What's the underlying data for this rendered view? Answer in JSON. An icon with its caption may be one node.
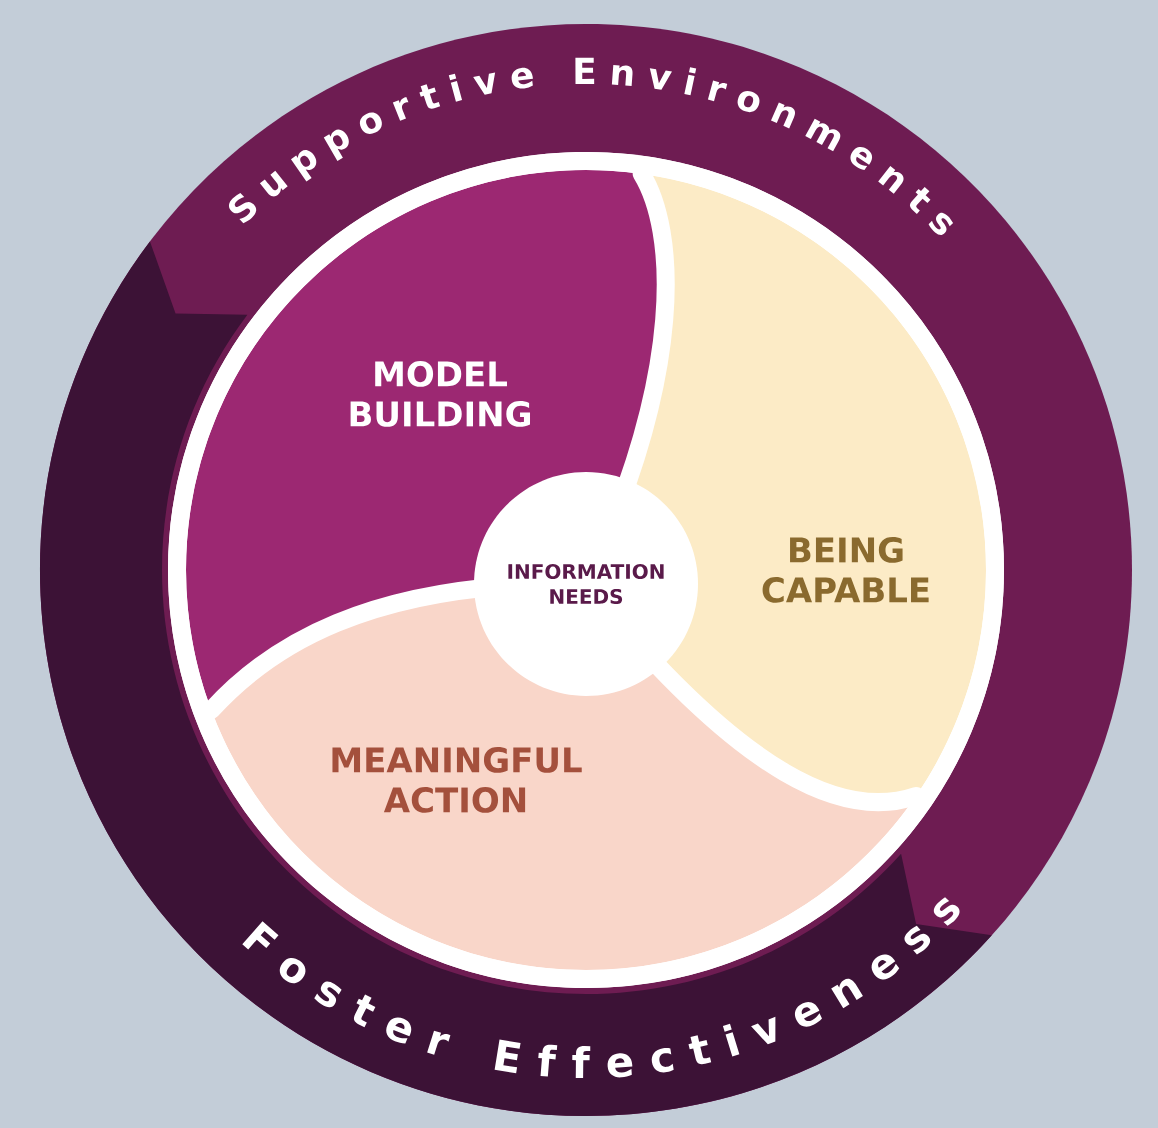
{
  "diagram": {
    "nodes": [
      {
        "text": [
          "Supportive Environments",
          "Foster Effectiveness"
        ]
      },
      {
        "text": [
          "MODEL BUILDING"
        ],
        "in": 0
      },
      {
        "text": [
          "BEING CAPABLE"
        ],
        "in": 0
      },
      {
        "text": [
          "MEANINGFUL ACTION"
        ],
        "in": 0
      },
      {
        "text": [
          "INFORMATION NEEDS"
        ],
        "in": 0
      }
    ]
  }
}
